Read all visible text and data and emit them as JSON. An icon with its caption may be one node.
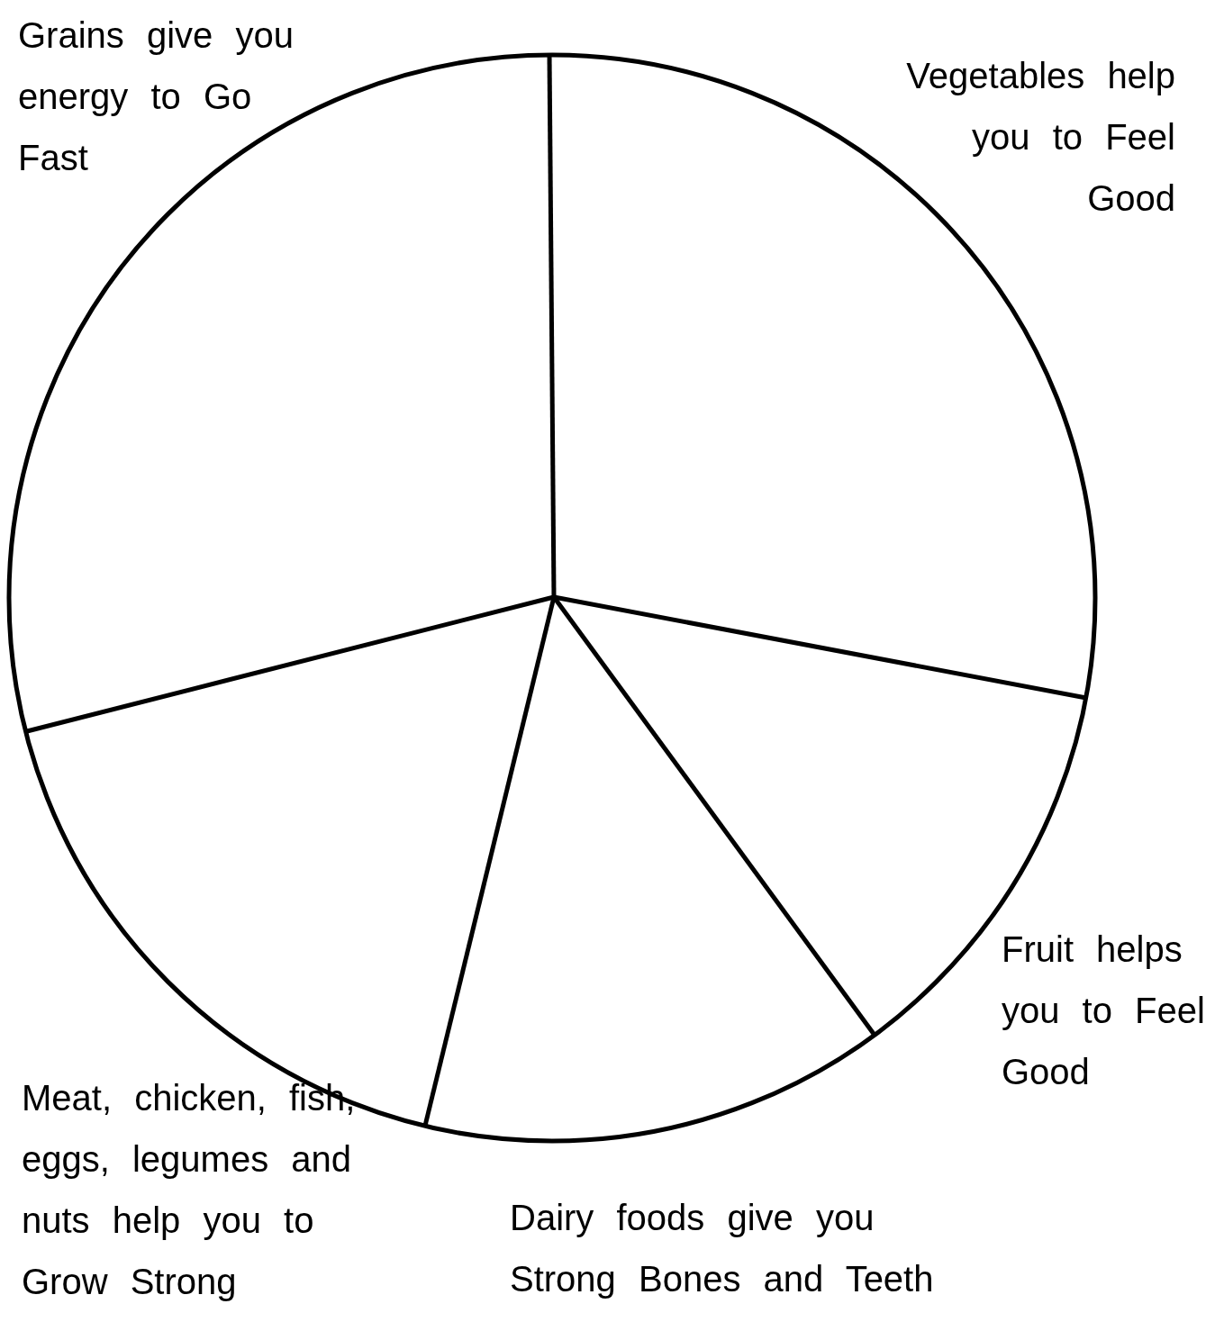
{
  "diagram": {
    "labels": [
      "Grains give you energy to Go Fast",
      "Vegetables help you to Feel Good",
      "Fruit helps you to Feel Good",
      "Meat, chicken, fish, eggs, legumes and nuts help you to Grow Strong",
      "Dairy foods give you Strong Bones and Teeth"
    ]
  }
}
